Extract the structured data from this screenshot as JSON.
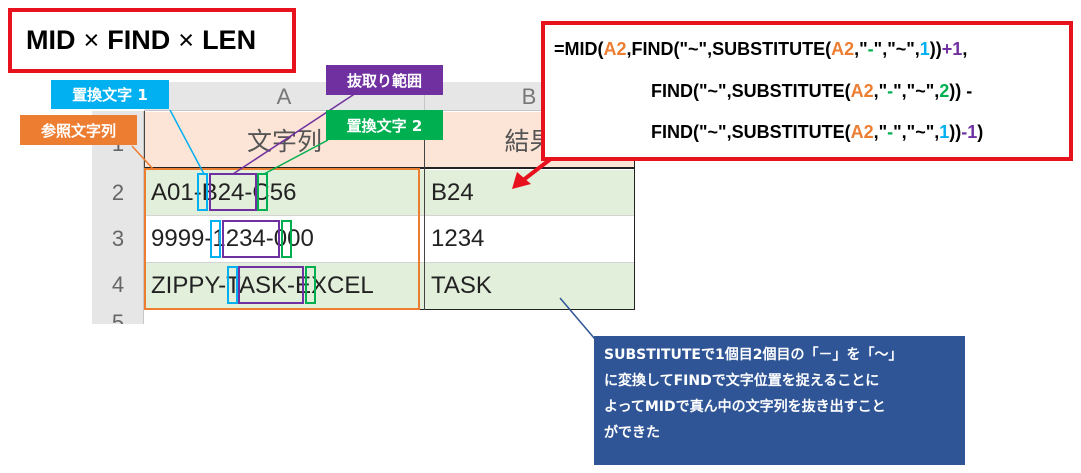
{
  "title": {
    "part1": "MID",
    "times1": "×",
    "part2": "FIND",
    "times2": "×",
    "part3": "LEN"
  },
  "formula": {
    "line1": [
      {
        "t": "=MID(",
        "c": ""
      },
      {
        "t": "A2",
        "c": "orange"
      },
      {
        "t": ",FIND(\"~\",SUBSTITUTE(",
        "c": ""
      },
      {
        "t": "A2",
        "c": "orange"
      },
      {
        "t": ",\"",
        "c": ""
      },
      {
        "t": "-",
        "c": "green"
      },
      {
        "t": "\",\"~\",",
        "c": ""
      },
      {
        "t": "1",
        "c": "blue"
      },
      {
        "t": "))",
        "c": ""
      },
      {
        "t": "+1",
        "c": "purple"
      },
      {
        "t": ",",
        "c": ""
      }
    ],
    "line2": [
      {
        "t": "FIND(\"~\",SUBSTITUTE(",
        "c": ""
      },
      {
        "t": "A2",
        "c": "orange"
      },
      {
        "t": ",\"",
        "c": ""
      },
      {
        "t": "-",
        "c": "green"
      },
      {
        "t": "\",\"~\",",
        "c": ""
      },
      {
        "t": "2",
        "c": "green"
      },
      {
        "t": ")) -",
        "c": ""
      }
    ],
    "line3": [
      {
        "t": "FIND(\"~\",SUBSTITUTE(",
        "c": ""
      },
      {
        "t": "A2",
        "c": "orange"
      },
      {
        "t": ",\"",
        "c": ""
      },
      {
        "t": "-",
        "c": "green"
      },
      {
        "t": "\",\"~\",",
        "c": ""
      },
      {
        "t": "1",
        "c": "blue"
      },
      {
        "t": "))",
        "c": ""
      },
      {
        "t": "-1",
        "c": "purple"
      },
      {
        "t": ")",
        "c": ""
      }
    ]
  },
  "sheet": {
    "col_a": "A",
    "col_b": "B",
    "row_numbers": [
      "1",
      "2",
      "3",
      "4",
      "5"
    ],
    "header_a": "文字列",
    "header_b": "結果",
    "rows": [
      {
        "a": "A01-B24-C56",
        "b": "B24"
      },
      {
        "a": "9999-1234-000",
        "b": "1234"
      },
      {
        "a": "ZIPPY-TASK-EXCEL",
        "b": "TASK"
      }
    ]
  },
  "labels": {
    "replace1": "置換文字 1",
    "extract": "抜取り範囲",
    "replace2": "置換文字 2",
    "reference": "参照文字列"
  },
  "note": {
    "lines": [
      "SUBSTITUTEで1個目2個目の「－」を「～」",
      "に変換してFINDで文字位置を捉えることに",
      "よってMIDで真ん中の文字列を抜き出すこと",
      "ができた"
    ]
  },
  "colors": {
    "red": "#e8121e",
    "orange": "#ed7d31",
    "green": "#00b050",
    "blue": "#00b0f0",
    "purple": "#7030a0",
    "note_bg": "#2f5597"
  }
}
